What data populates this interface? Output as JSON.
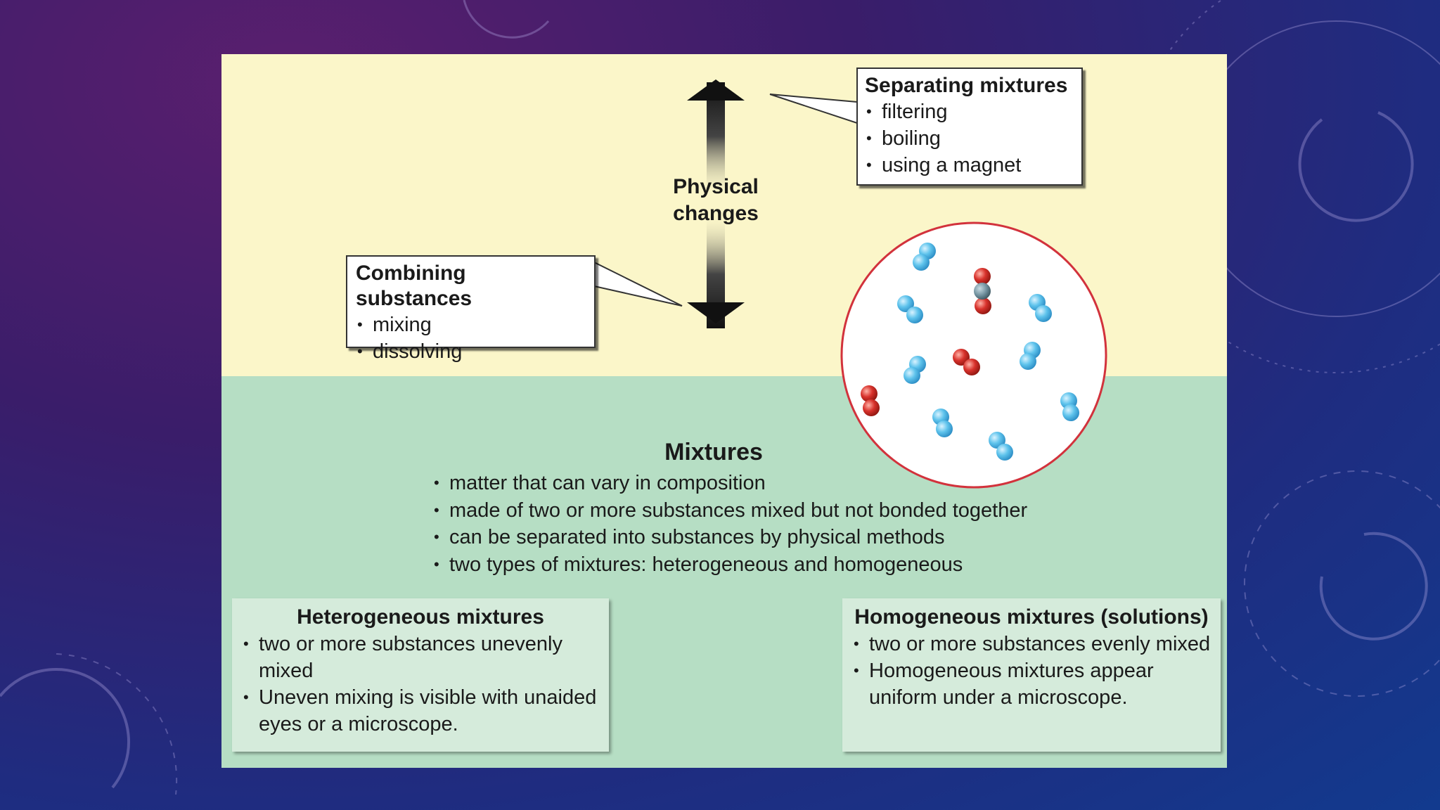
{
  "separating": {
    "title": "Separating mixtures",
    "items": [
      "filtering",
      "boiling",
      "using a magnet"
    ]
  },
  "physical_changes": {
    "line1": "Physical",
    "line2": "changes"
  },
  "combining": {
    "title": "Combining substances",
    "items": [
      "mixing",
      "dissolving"
    ]
  },
  "mixtures": {
    "title": "Mixtures",
    "items": [
      "matter that can vary in composition",
      "made of two or more substances mixed but not bonded together",
      "can be separated into substances by physical methods",
      "two types of mixtures: heterogeneous and homogeneous"
    ]
  },
  "heterogeneous": {
    "title": "Heterogeneous mixtures",
    "items": [
      "two or more substances unevenly mixed",
      "Uneven mixing is visible with unaided eyes or a microscope."
    ]
  },
  "homogeneous": {
    "title": "Homogeneous mixtures (solutions)",
    "items": [
      "two or more substances evenly mixed",
      "Homogeneous mixtures appear uniform under a microscope."
    ]
  },
  "colors": {
    "top_region": "#fbf6c9",
    "bottom_region": "#b6dec4",
    "molecule_blue": "#5ec3ec",
    "molecule_red": "#d8322c",
    "circle_border": "#d2323c"
  }
}
